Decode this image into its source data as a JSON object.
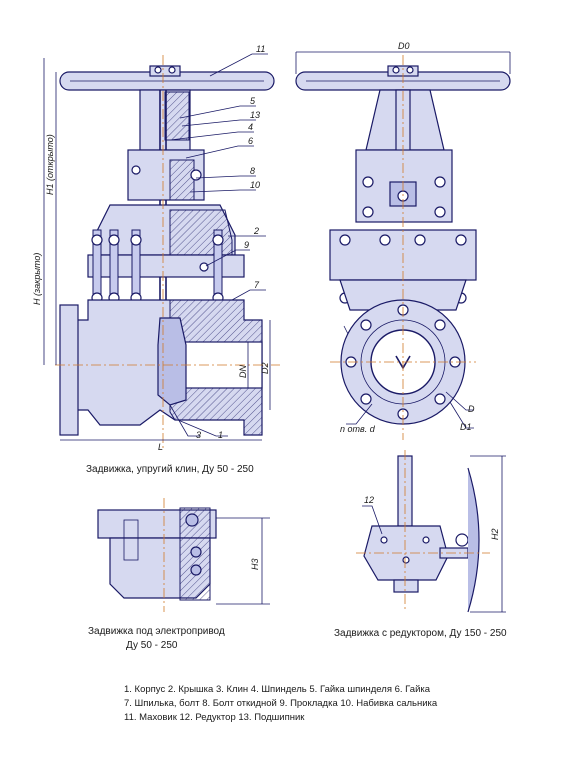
{
  "callouts": {
    "c1": "1",
    "c2": "2",
    "c3": "3",
    "c4": "4",
    "c5": "5",
    "c6": "6",
    "c7": "7",
    "c8": "8",
    "c9": "9",
    "c10": "10",
    "c11": "11",
    "c12": "12",
    "c13": "13"
  },
  "dimensions": {
    "h_closed": "H (закрыто)",
    "h1_open": "H1 (открыто)",
    "l": "L",
    "dn": "DN",
    "d2": "D2",
    "d0": "D0",
    "d": "D",
    "d1": "D1",
    "n_holes": "n отв. d",
    "h2": "H2",
    "h3": "H3"
  },
  "captions": {
    "main_view": "Задвижка, упругий клин, Ду 50 - 250",
    "electric_line1": "Задвижка под электропривод",
    "electric_line2": "Ду 50 - 250",
    "gearbox": "Задвижка с редуктором, Ду 150 - 250"
  },
  "legend": [
    "1. Корпус 2. Крышка 3. Клин  4. Шпиндель 5. Гайка шпинделя 6. Гайка",
    "7. Шпилька, болт 8. Болт откидной 9. Прокладка 10. Набивка сальника",
    "11. Маховик 12. Редуктор 13. Подшипник"
  ]
}
